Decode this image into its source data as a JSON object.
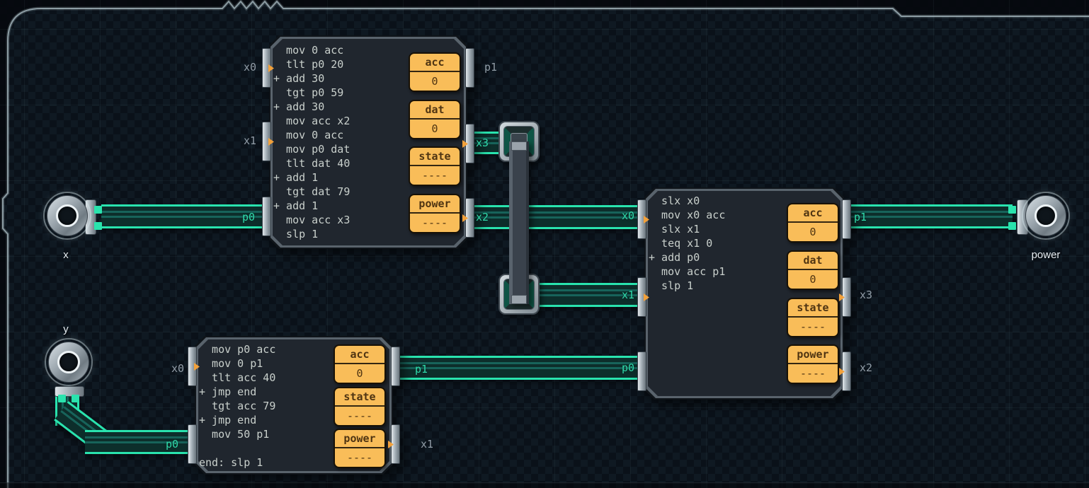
{
  "title": "circuit board with microcontrollers",
  "terminals": {
    "x": {
      "label": "x"
    },
    "power": {
      "label": "power"
    },
    "y": {
      "label": "y"
    }
  },
  "chips": [
    {
      "id": "mc-top",
      "code": [
        "  mov 0 acc",
        "  tlt p0 20",
        "+ add 30",
        "  tgt p0 59",
        "+ add 30",
        "  mov acc x2",
        "  mov 0 acc",
        "  mov p0 dat",
        "  tlt dat 40",
        "+ add 1",
        "  tgt dat 79",
        "+ add 1",
        "  mov acc x3",
        "  slp 1"
      ],
      "registers": [
        {
          "label": "acc",
          "value": "0"
        },
        {
          "label": "dat",
          "value": "0"
        },
        {
          "label": "state",
          "value": "----"
        },
        {
          "label": "power",
          "value": "----"
        }
      ],
      "pins_left": [
        {
          "label": "x0",
          "connected": false
        },
        {
          "label": "x1",
          "connected": false
        },
        {
          "label": "p0",
          "connected": true
        }
      ],
      "pins_right": [
        {
          "label": "p1",
          "connected": false
        },
        {
          "label": "x3",
          "connected": true
        },
        {
          "label": "x2",
          "connected": true
        }
      ]
    },
    {
      "id": "mc-right",
      "code": [
        "  slx x0",
        "  mov x0 acc",
        "  slx x1",
        "  teq x1 0",
        "+ add p0",
        "  mov acc p1",
        "  slp 1"
      ],
      "registers": [
        {
          "label": "acc",
          "value": "0"
        },
        {
          "label": "dat",
          "value": "0"
        },
        {
          "label": "state",
          "value": "----"
        },
        {
          "label": "power",
          "value": "----"
        }
      ],
      "pins_left": [
        {
          "label": "x0",
          "connected": true
        },
        {
          "label": "x1",
          "connected": true
        },
        {
          "label": "p0",
          "connected": true
        }
      ],
      "pins_right": [
        {
          "label": "p1",
          "connected": true
        },
        {
          "label": "x3",
          "connected": false
        },
        {
          "label": "x2",
          "connected": false
        }
      ]
    },
    {
      "id": "mc-bottom",
      "code": [
        "  mov p0 acc",
        "  mov 0 p1",
        "  tlt acc 40",
        "+ jmp end",
        "  tgt acc 79",
        "+ jmp end",
        "  mov 50 p1",
        "",
        "end: slp 1"
      ],
      "registers": [
        {
          "label": "acc",
          "value": "0"
        },
        {
          "label": "state",
          "value": "----"
        },
        {
          "label": "power",
          "value": "----"
        }
      ],
      "pins_left": [
        {
          "label": "x0",
          "connected": false
        },
        {
          "label": "p0",
          "connected": true
        }
      ],
      "pins_right": [
        {
          "label": "p1",
          "connected": true
        },
        {
          "label": "x1",
          "connected": false
        }
      ]
    }
  ],
  "colors": {
    "wire": "#2ae3ad",
    "register_fill": "#f9bd59",
    "register_text": "#4f3412",
    "chip_body": "#20262e",
    "board": "#0c141b",
    "label_idle": "#929da7",
    "label_connected": "#2fd9a9",
    "pin_marker": "#f2a13b"
  }
}
